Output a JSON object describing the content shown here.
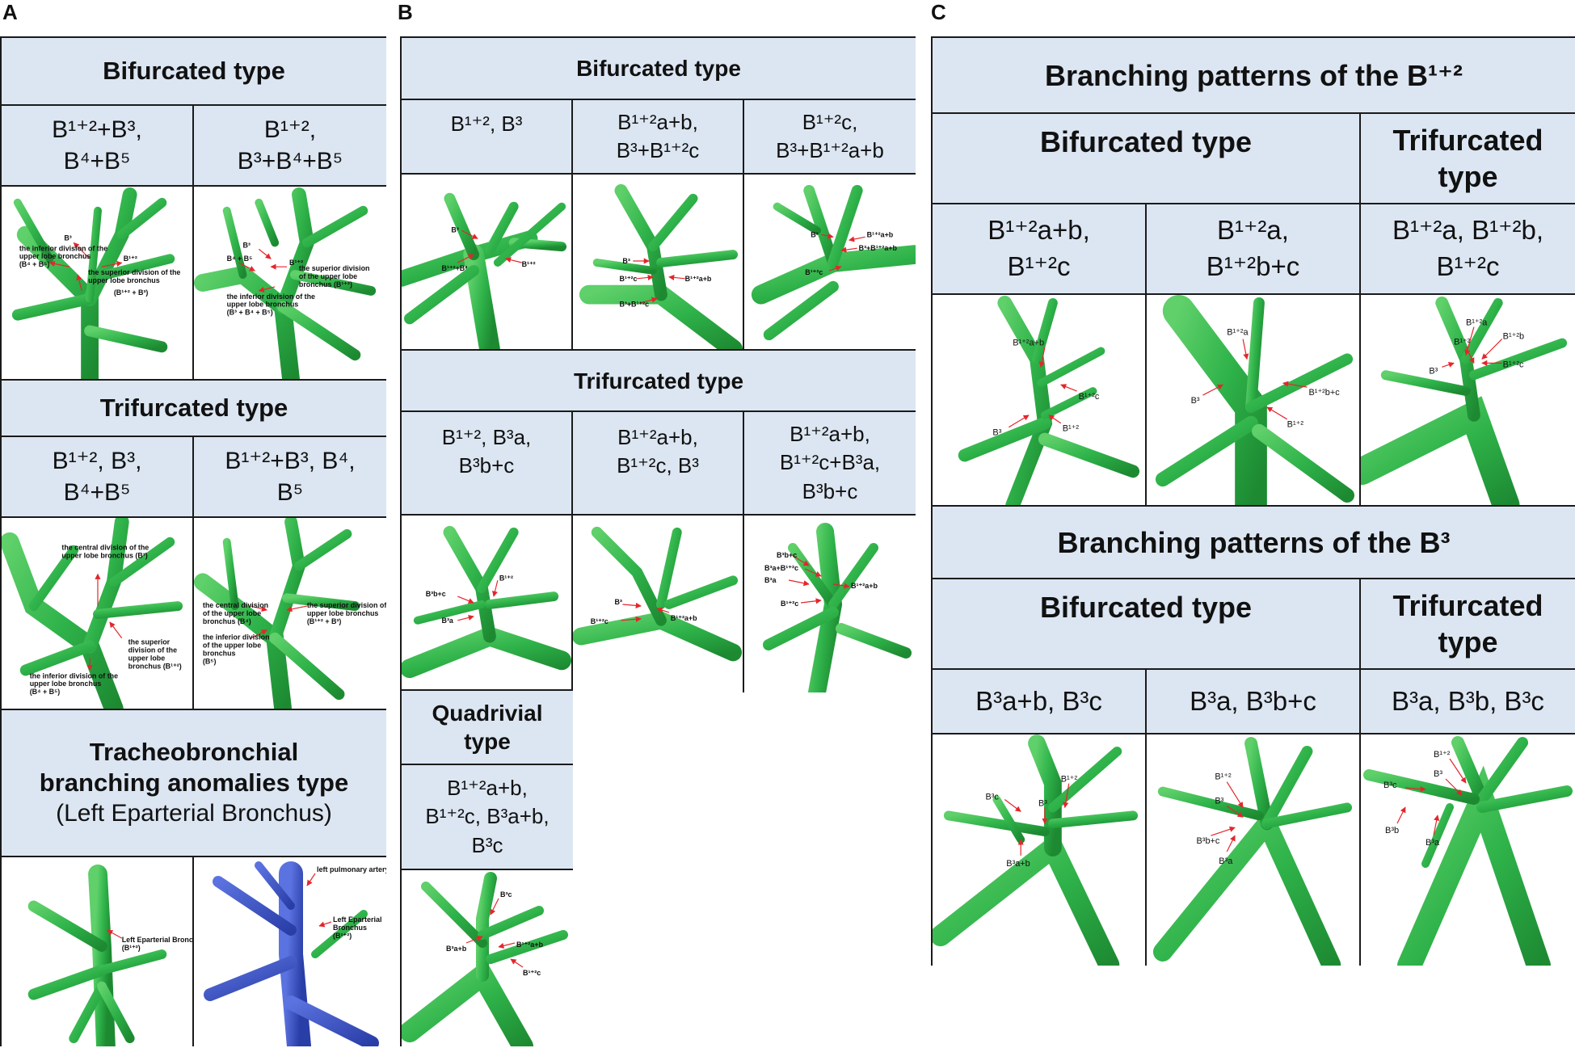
{
  "panel_labels": {
    "a": "A",
    "b": "B",
    "c": "C"
  },
  "panel_a": {
    "bifurcated": {
      "title": "Bifurcated type",
      "variants": [
        "B¹⁺²+B³,\nB⁴+B⁵",
        "B¹⁺²,\nB³+B⁴+B⁵"
      ],
      "img1_labels": [
        "B³",
        "B¹⁺²",
        "the inferior division of the",
        "upper lobe bronchus",
        "(B⁴ + B⁵)",
        "the superior division of the",
        "upper lobe bronchus",
        "(B¹⁺² + B³)"
      ],
      "img2_labels": [
        "B³",
        "B⁴ + B⁵",
        "B¹⁺²",
        "the superior division",
        "of the upper lobe",
        "bronchus (B¹⁺²)",
        "the inferior division of the",
        "upper lobe bronchus",
        "(B³ + B⁴ + B⁵)"
      ]
    },
    "trifurcated": {
      "title": "Trifurcated type",
      "variants": [
        "B¹⁺², B³,\nB⁴+B⁵",
        "B¹⁺²+B³, B⁴,\nB⁵"
      ],
      "img1_labels": [
        "the central division of the",
        "upper lobe bronchus (B³)",
        "the superior",
        "division of the",
        "upper lobe",
        "bronchus (B¹⁺²)",
        "the inferior division of the",
        "upper lobe bronchus",
        "(B⁴ + B⁵)"
      ],
      "img2_labels": [
        "the central division",
        "of the upper lobe",
        "bronchus (B⁴)",
        "the superior division of the",
        "upper lobe bronchus",
        "(B¹⁺² + B³)",
        "the inferior division",
        "of the upper lobe",
        "bronchus",
        "(B⁵)"
      ]
    },
    "anomaly": {
      "title_line1": "Tracheobronchial",
      "title_line2": "branching anomalies type",
      "subtitle": "(Left Eparterial Bronchus)",
      "img1_labels": [
        "Left Eparterial Bronchus",
        "(B¹⁺²)"
      ],
      "img2_labels": [
        "left pulmonary artery",
        "Left Eparterial",
        "Bronchus",
        "(B¹⁺²)"
      ]
    }
  },
  "panel_b": {
    "bifurcated": {
      "title": "Bifurcated type",
      "variants": [
        "B¹⁺², B³",
        "B¹⁺²a+b,\nB³+B¹⁺²c",
        "B¹⁺²c,\nB³+B¹⁺²a+b"
      ],
      "img1_labels": [
        "B³",
        "B¹⁺²+B³",
        "B¹⁺²"
      ],
      "img2_labels": [
        "B³",
        "B¹⁺²c",
        "B¹⁺²a+b",
        "B³+B¹⁺²c"
      ],
      "img3_labels": [
        "B³",
        "B¹⁺²a+b",
        "B³+B¹⁺²a+b",
        "B¹⁺²c"
      ]
    },
    "trifurcated": {
      "title": "Trifurcated type",
      "variants": [
        "B¹⁺², B³a,\nB³b+c",
        "B¹⁺²a+b,\nB¹⁺²c, B³",
        "B¹⁺²a+b,\nB¹⁺²c+B³a,\nB³b+c"
      ],
      "img1_labels": [
        "B¹⁺²",
        "B³b+c",
        "B³a"
      ],
      "img2_labels": [
        "B³",
        "B¹⁺²c",
        "B¹⁺²a+b"
      ],
      "img3_labels": [
        "B³b+c",
        "B³a+B¹⁺²c",
        "B³a",
        "B¹⁺²a+b",
        "B¹⁺²c"
      ]
    },
    "quadrivial": {
      "title_line1": "Quadrivial",
      "title_line2": "type",
      "variant": "B¹⁺²a+b,\nB¹⁺²c, B³a+b,\nB³c",
      "img_labels": [
        "B³c",
        "B³a+b",
        "B¹⁺²a+b",
        "B¹⁺²c"
      ]
    }
  },
  "panel_c": {
    "b12": {
      "title": "Branching patterns of the B¹⁺²",
      "bifurcated": "Bifurcated type",
      "trifurcated": "Trifurcated\ntype",
      "variants": [
        "B¹⁺²a+b,\nB¹⁺²c",
        "B¹⁺²a,\nB¹⁺²b+c",
        "B¹⁺²a, B¹⁺²b,\nB¹⁺²c"
      ],
      "img1_labels": [
        "B¹⁺²a+b",
        "B¹⁺²c",
        "B³",
        "B¹⁺²"
      ],
      "img2_labels": [
        "B¹⁺²a",
        "B³",
        "B¹⁺²b+c",
        "B¹⁺²"
      ],
      "img3_labels": [
        "B¹⁺²a",
        "B¹⁺²b",
        "B¹⁺²",
        "B¹⁺²c",
        "B³"
      ]
    },
    "b3": {
      "title": "Branching patterns of the B³",
      "bifurcated": "Bifurcated type",
      "trifurcated": "Trifurcated\ntype",
      "variants": [
        "B³a+b, B³c",
        "B³a, B³b+c",
        "B³a, B³b, B³c"
      ],
      "img1_labels": [
        "B³c",
        "B¹⁺²",
        "B³",
        "B³a+b"
      ],
      "img2_labels": [
        "B¹⁺²",
        "B³",
        "B³b+c",
        "B³a"
      ],
      "img3_labels": [
        "B¹⁺²",
        "B³",
        "B³c",
        "B³b",
        "B³a"
      ]
    }
  },
  "colors": {
    "header_fill": "#dce6f2",
    "bronchus_green": "#2fb34a",
    "artery_blue": "#3f56c8",
    "arrow_red": "#e3262b"
  }
}
